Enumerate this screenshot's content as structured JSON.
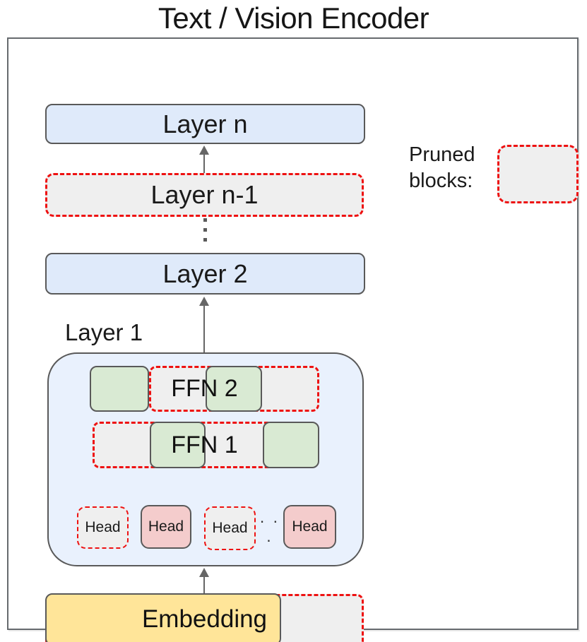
{
  "title": "Text / Vision Encoder",
  "diagram": {
    "layers": {
      "layer_n": "Layer n",
      "layer_n_minus_1": "Layer n-1",
      "layer_2": "Layer 2",
      "layer_1": "Layer 1"
    },
    "ffn": {
      "ffn2": "FFN 2",
      "ffn1": "FFN 1"
    },
    "heads": {
      "labels": [
        "Head",
        "Head",
        "Head",
        "Head"
      ],
      "ellipsis": ". . ."
    },
    "embedding": "Embedding"
  },
  "legend": {
    "line1": "Pruned",
    "line2": "blocks:"
  },
  "colors": {
    "pruned_border": "#ee1111",
    "pruned_fill": "#efefef",
    "kept_layer_fill": "#dfeafa",
    "layer1_fill": "#e9f1fd",
    "green_fill": "#d9ead3",
    "pink_fill": "#f4cccc",
    "yellow_fill": "#ffe599",
    "outline": "#595959",
    "arrow": "#666666"
  }
}
